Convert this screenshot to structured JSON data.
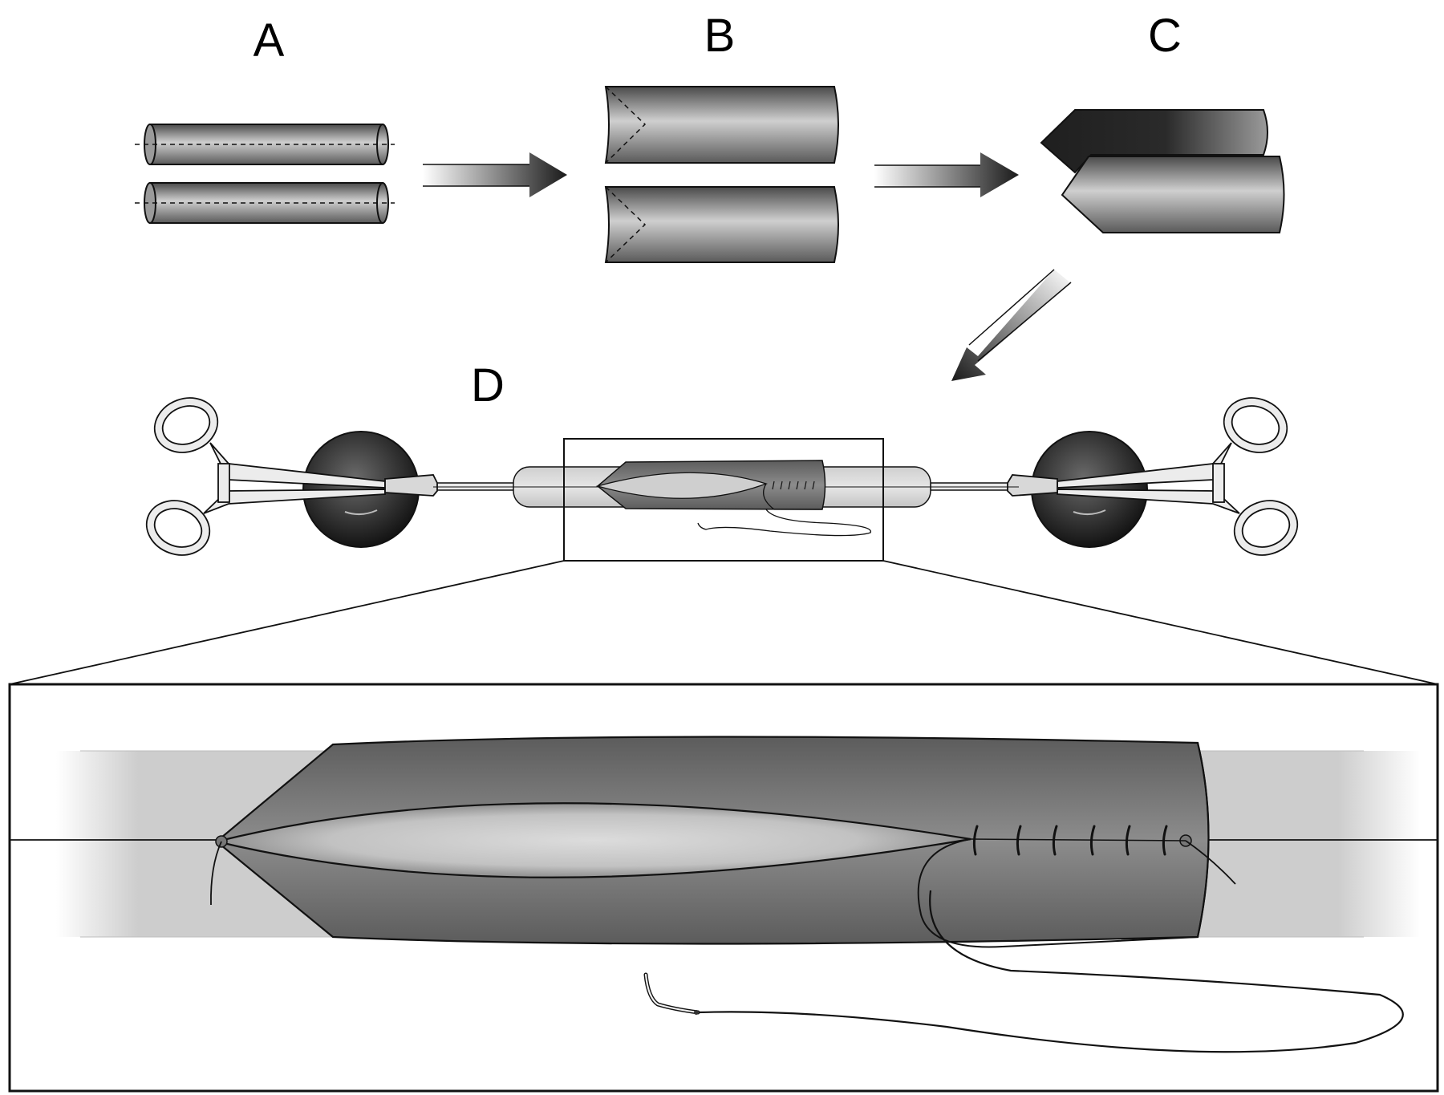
{
  "labels": {
    "a": "A",
    "b": "B",
    "c": "C",
    "d": "D"
  },
  "colors": {
    "background": "#ffffff",
    "line": "#111111",
    "vessel_dark": "#3a3a3a",
    "vessel_mid": "#8a8a8a",
    "vessel_light": "#d2d2d2",
    "tube": "#d6d6d6",
    "instrument": "#e8e8e8",
    "weight": "#1a1a1a"
  },
  "icons": {
    "clamp": "hemostat-forceps-icon",
    "weight": "weight-ball-icon",
    "needle": "suture-needle-icon"
  }
}
